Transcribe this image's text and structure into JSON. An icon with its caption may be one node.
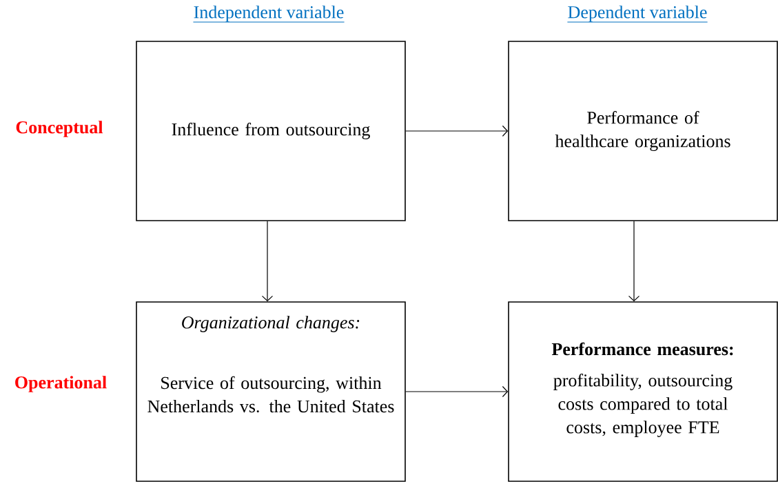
{
  "diagram": {
    "nodes": [
      {
        "text": [
          "Influence from outsourcing"
        ]
      },
      {
        "text": [
          "Performance of healthcare organizations"
        ]
      },
      {
        "text": [
          "Organizational changes:",
          "Service of outsourcing, within Netherlands vs. the United States"
        ]
      },
      {
        "text": [
          "Performance measures:",
          "profitability, outsourcing costs compared to total costs, employee FTE"
        ]
      }
    ],
    "edges": [
      {
        "from": 0,
        "to": 1,
        "arrow": "to"
      },
      {
        "from": 0,
        "to": 2,
        "arrow": "to"
      },
      {
        "from": 1,
        "to": 3,
        "arrow": "to"
      },
      {
        "from": 2,
        "to": 3,
        "arrow": "to"
      }
    ],
    "labels": [
      "Independent variable",
      "Dependent variable",
      "Conceptual",
      "Operational"
    ]
  }
}
